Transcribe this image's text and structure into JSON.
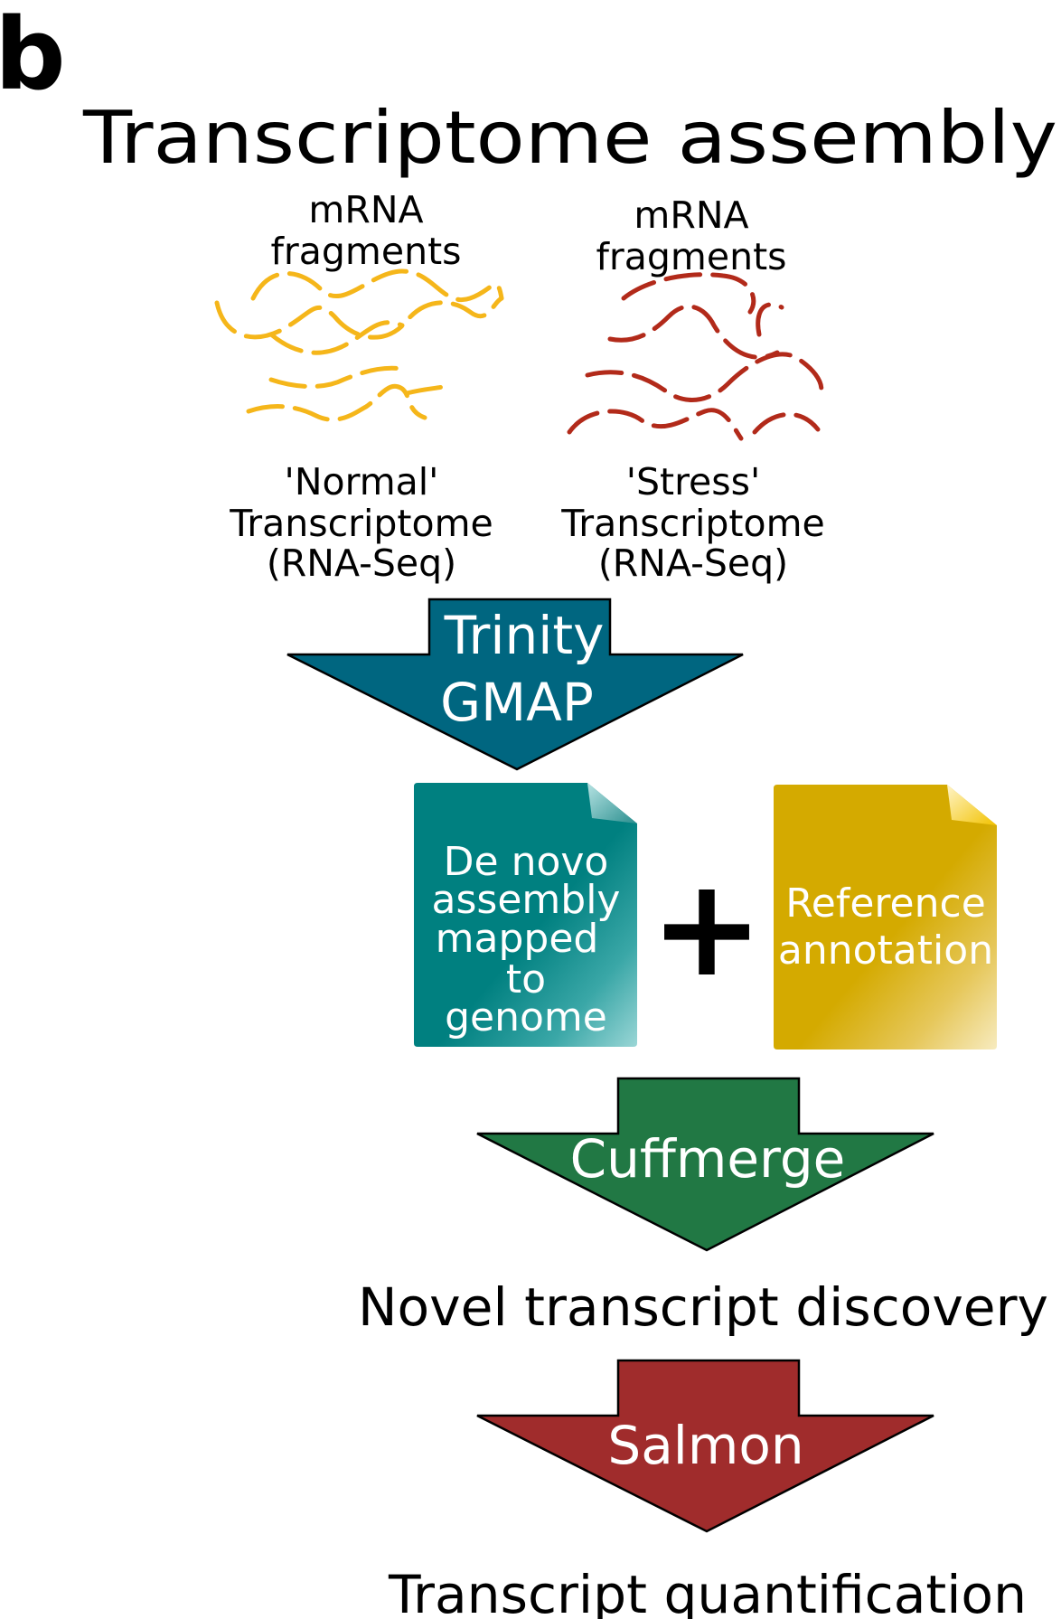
{
  "panel_label": "b",
  "title": "Transcriptome assembly",
  "normal": {
    "fragments_label_line1": "mRNA",
    "fragments_label_line2": "fragments",
    "caption_line1": "'Normal'",
    "caption_line2": "Transcriptome",
    "caption_line3": "(RNA-Seq)",
    "color": "#F5B61A"
  },
  "stress": {
    "fragments_label_line1": "mRNA",
    "fragments_label_line2": "fragments",
    "caption_line1": "'Stress'",
    "caption_line2": "Transcriptome",
    "caption_line3": "(RNA-Seq)",
    "color": "#B22A1A"
  },
  "arrow1": {
    "label_line1": "Trinity",
    "label_line2": "GMAP",
    "color": "#006680"
  },
  "denovo_doc": {
    "lines": [
      "De novo",
      "assembly",
      "mapped",
      "to",
      "genome"
    ],
    "color": "#008080"
  },
  "plus_sign": "+",
  "reference_doc": {
    "lines": [
      "Reference",
      "annotation"
    ],
    "color": "#D4AA00"
  },
  "arrow2": {
    "label": "Cuffmerge",
    "color": "#217844"
  },
  "step_novel": "Novel transcript discovery",
  "arrow3": {
    "label": "Salmon",
    "color": "#A02C2C"
  },
  "step_quant": "Transcript quantification"
}
